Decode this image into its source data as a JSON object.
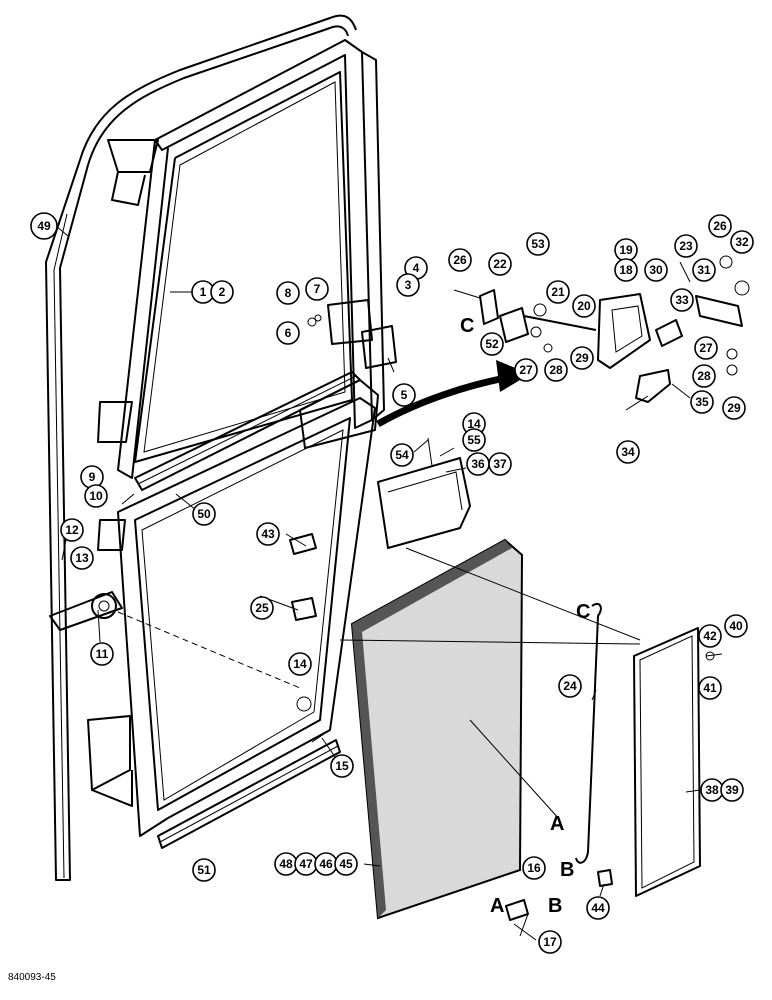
{
  "figure_code": "840093-45",
  "callouts": [
    {
      "id": "c49",
      "label": "49"
    },
    {
      "id": "c1",
      "label": "1"
    },
    {
      "id": "c2",
      "label": "2"
    },
    {
      "id": "c8",
      "label": "8"
    },
    {
      "id": "c7",
      "label": "7"
    },
    {
      "id": "c6",
      "label": "6"
    },
    {
      "id": "c4",
      "label": "4"
    },
    {
      "id": "c3",
      "label": "3"
    },
    {
      "id": "c5",
      "label": "5"
    },
    {
      "id": "c26a",
      "label": "26"
    },
    {
      "id": "c22",
      "label": "22"
    },
    {
      "id": "c53",
      "label": "53"
    },
    {
      "id": "c21",
      "label": "21"
    },
    {
      "id": "c52",
      "label": "52"
    },
    {
      "id": "c20",
      "label": "20"
    },
    {
      "id": "c27a",
      "label": "27"
    },
    {
      "id": "c28a",
      "label": "28"
    },
    {
      "id": "c29a",
      "label": "29"
    },
    {
      "id": "c19",
      "label": "19"
    },
    {
      "id": "c18",
      "label": "18"
    },
    {
      "id": "c23",
      "label": "23"
    },
    {
      "id": "c30",
      "label": "30"
    },
    {
      "id": "c31",
      "label": "31"
    },
    {
      "id": "c26b",
      "label": "26"
    },
    {
      "id": "c32",
      "label": "32"
    },
    {
      "id": "c33",
      "label": "33"
    },
    {
      "id": "c27b",
      "label": "27"
    },
    {
      "id": "c28b",
      "label": "28"
    },
    {
      "id": "c29b",
      "label": "29"
    },
    {
      "id": "c35",
      "label": "35"
    },
    {
      "id": "c34",
      "label": "34"
    },
    {
      "id": "c14a",
      "label": "14"
    },
    {
      "id": "c54",
      "label": "54"
    },
    {
      "id": "c55",
      "label": "55"
    },
    {
      "id": "c36",
      "label": "36"
    },
    {
      "id": "c37",
      "label": "37"
    },
    {
      "id": "c9",
      "label": "9"
    },
    {
      "id": "c10",
      "label": "10"
    },
    {
      "id": "c50",
      "label": "50"
    },
    {
      "id": "c12",
      "label": "12"
    },
    {
      "id": "c13",
      "label": "13"
    },
    {
      "id": "c43",
      "label": "43"
    },
    {
      "id": "c11",
      "label": "11"
    },
    {
      "id": "c25",
      "label": "25"
    },
    {
      "id": "c14b",
      "label": "14"
    },
    {
      "id": "c15",
      "label": "15"
    },
    {
      "id": "c42",
      "label": "42"
    },
    {
      "id": "c40",
      "label": "40"
    },
    {
      "id": "c41",
      "label": "41"
    },
    {
      "id": "c24",
      "label": "24"
    },
    {
      "id": "c38",
      "label": "38"
    },
    {
      "id": "c39",
      "label": "39"
    },
    {
      "id": "c51",
      "label": "51"
    },
    {
      "id": "c48",
      "label": "48"
    },
    {
      "id": "c47",
      "label": "47"
    },
    {
      "id": "c46",
      "label": "46"
    },
    {
      "id": "c45",
      "label": "45"
    },
    {
      "id": "c16",
      "label": "16"
    },
    {
      "id": "c44",
      "label": "44"
    },
    {
      "id": "c17",
      "label": "17"
    }
  ],
  "reference_letters": [
    {
      "id": "l-c1",
      "label": "C"
    },
    {
      "id": "l-c2",
      "label": "C"
    },
    {
      "id": "l-a1",
      "label": "A"
    },
    {
      "id": "l-b1",
      "label": "B"
    },
    {
      "id": "l-a2",
      "label": "A"
    },
    {
      "id": "l-b2",
      "label": "B"
    }
  ]
}
